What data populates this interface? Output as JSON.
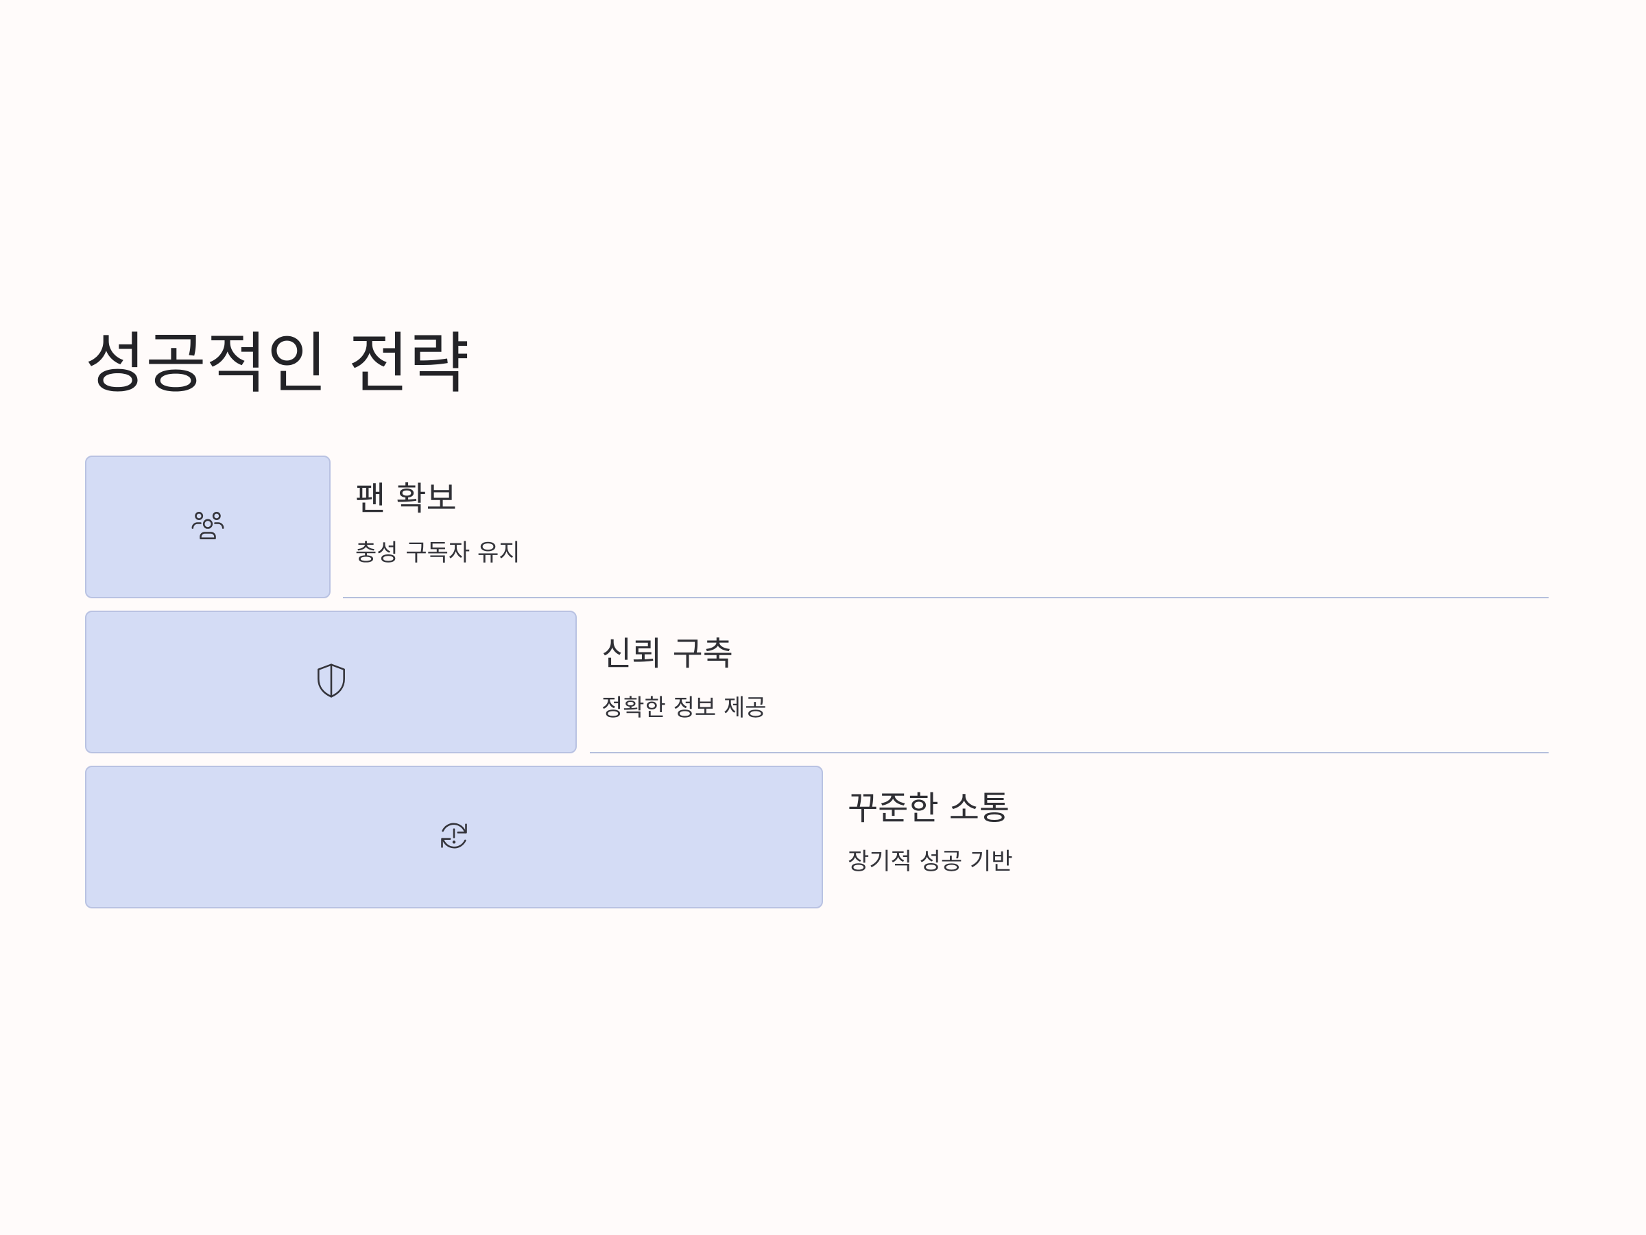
{
  "title": "성공적인 전략",
  "steps": [
    {
      "title": "팬 확보",
      "desc": "충성 구독자 유지",
      "icon": "users-icon"
    },
    {
      "title": "신뢰 구축",
      "desc": "정확한 정보 제공",
      "icon": "shield-icon"
    },
    {
      "title": "꾸준한 소통",
      "desc": "장기적 성공 기반",
      "icon": "refresh-alert-icon"
    }
  ],
  "colors": {
    "background": "#fffbfa",
    "box_fill": "#d4dcf5",
    "box_border": "#b9c2e2",
    "divider": "#b5bfdc",
    "text": "#2b2b2f"
  }
}
